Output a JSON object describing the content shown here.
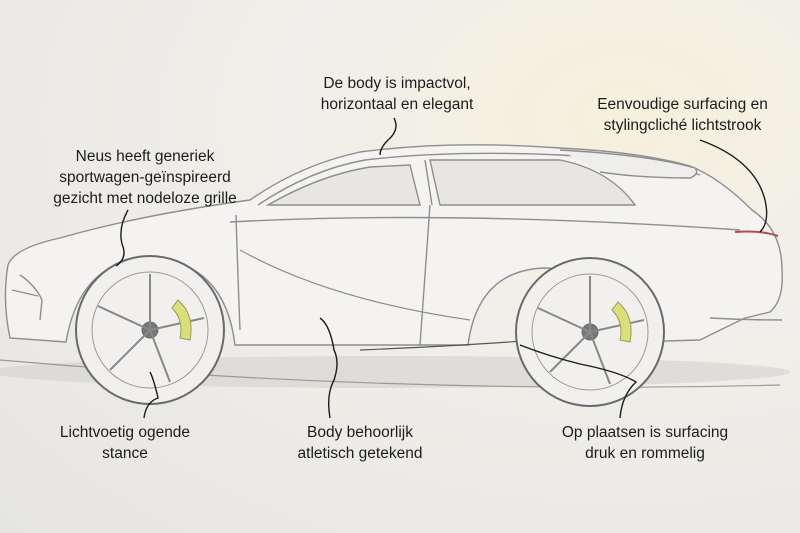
{
  "annotations": {
    "top": {
      "line1": "De body is impactvol,",
      "line2": "horizontaal en elegant"
    },
    "nose": {
      "line1": "Neus heeft generiek",
      "line2": "sportwagen-geïnspireerd",
      "line3": "gezicht met nodeloze grille"
    },
    "rear": {
      "line1": "Eenvoudige surfacing en",
      "line2": "stylingcliché lichtstrook"
    },
    "stance": {
      "line1": "Lichtvoetig ogende",
      "line2": "stance"
    },
    "body": {
      "line1": "Body behoorlijk",
      "line2": "atletisch getekend"
    },
    "surface": {
      "line1": "Op plaatsen is surfacing",
      "line2": "druk en rommelig"
    }
  },
  "colors": {
    "sketch_line": "#8e8e8e",
    "sketch_dark": "#4a4a4a",
    "leader": "#1c1c1c",
    "brake_caliper": "#d9e07a",
    "rear_light": "#b94a4a"
  }
}
